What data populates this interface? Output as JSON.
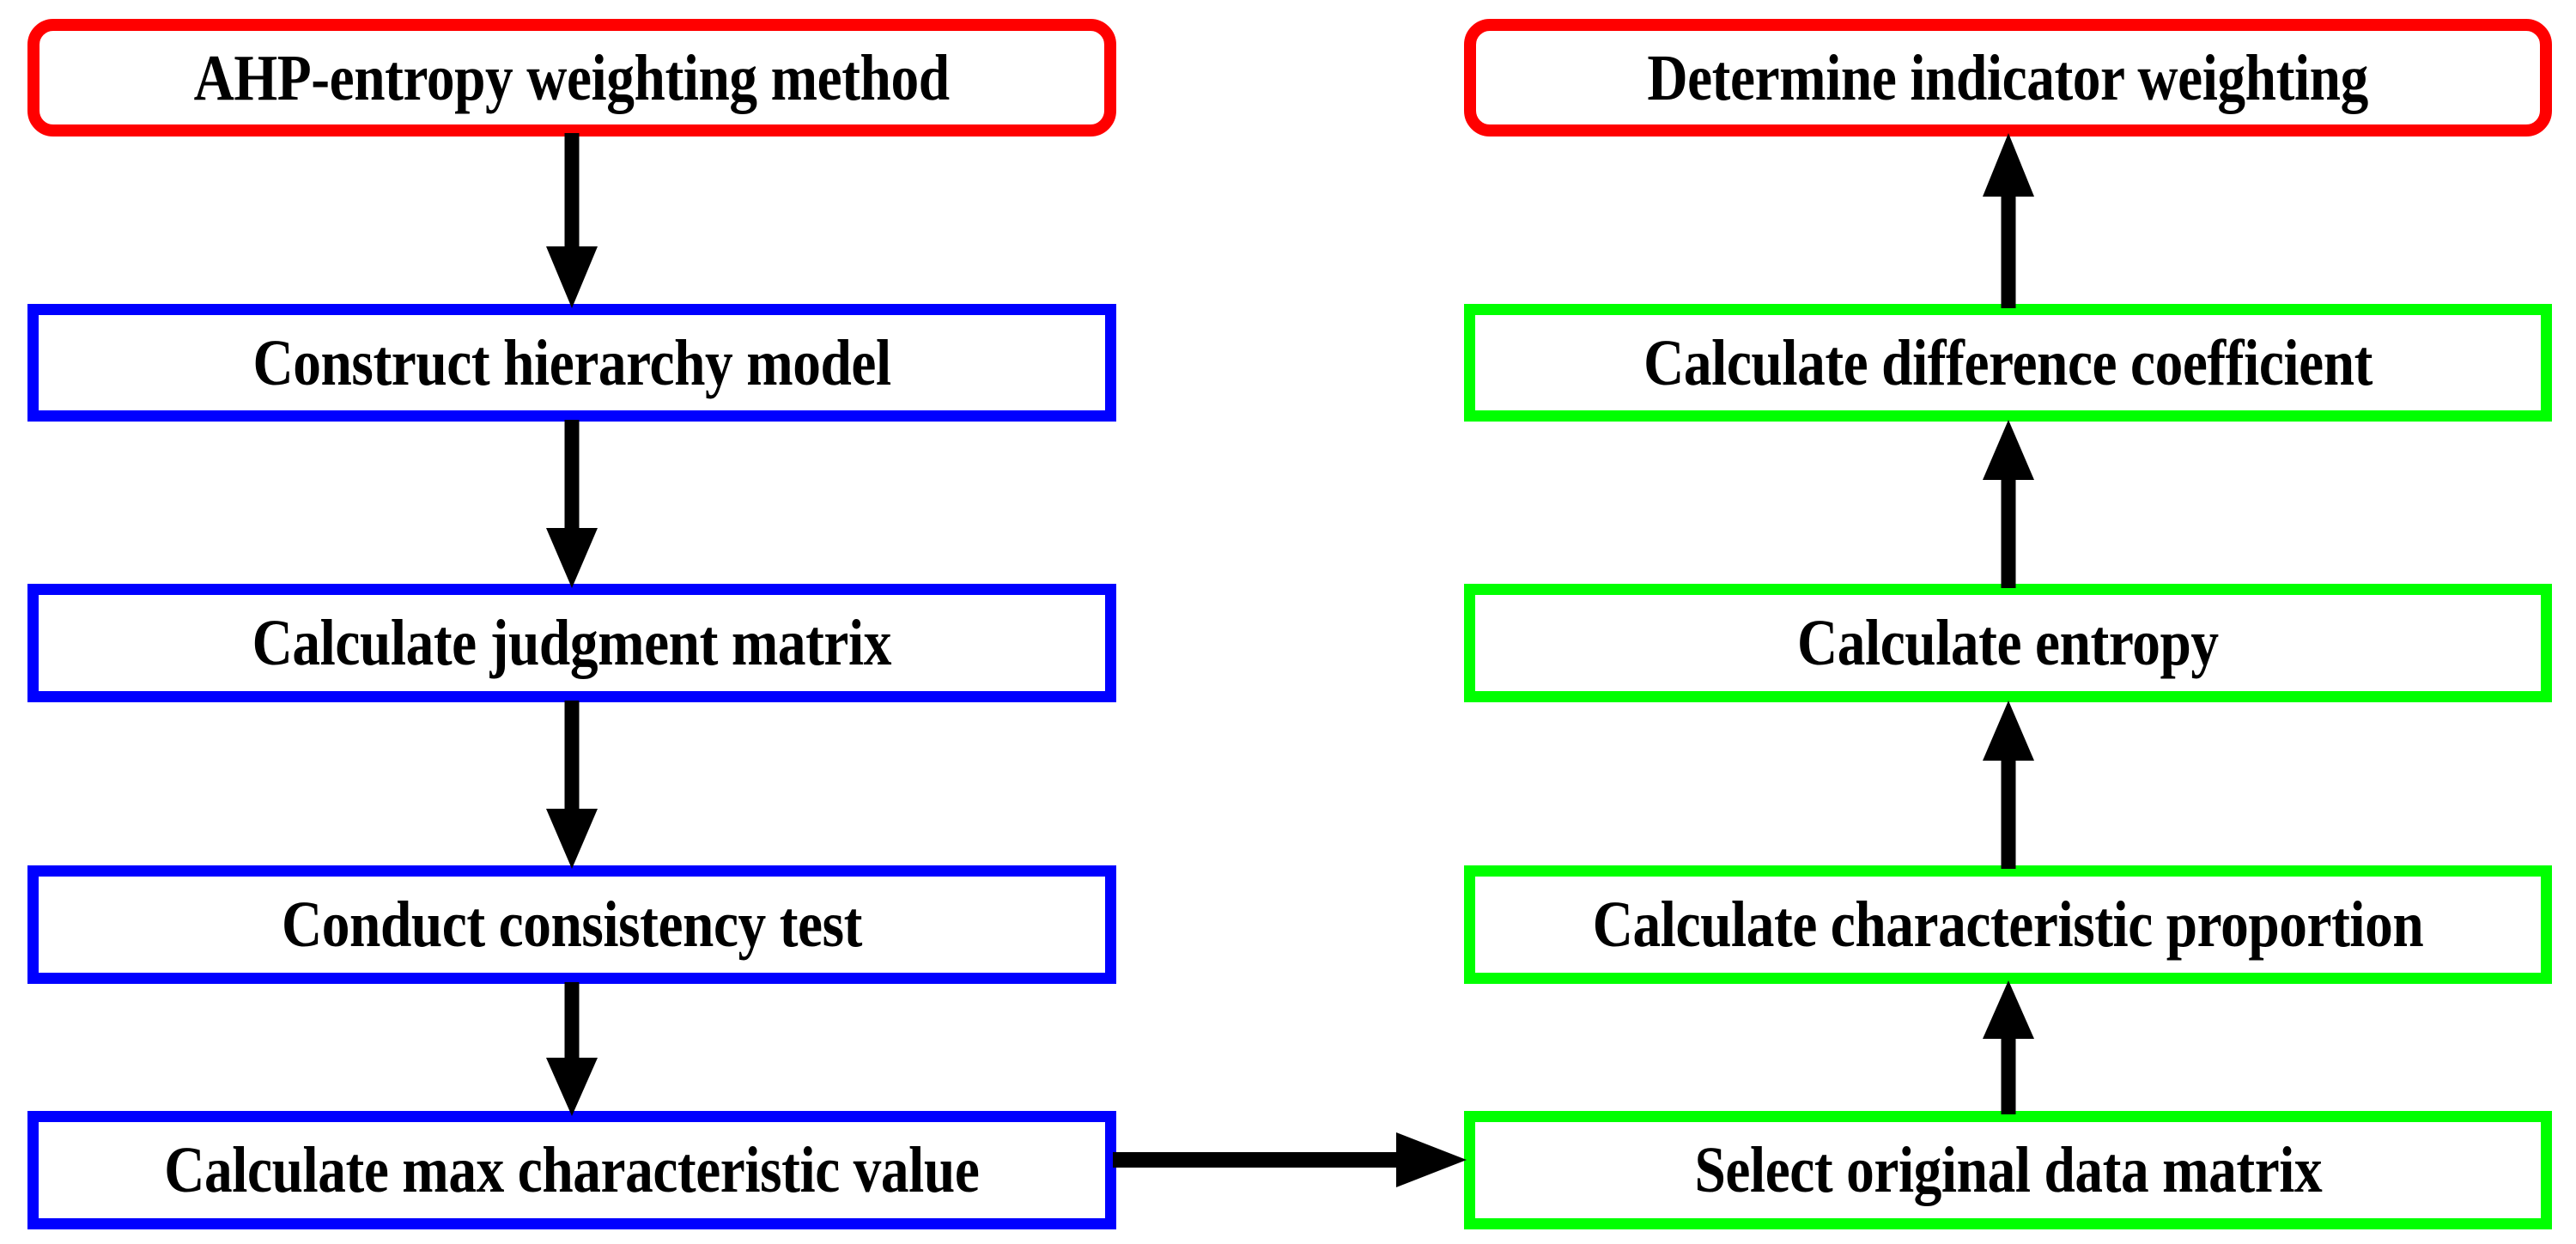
{
  "diagram": {
    "title": "AHP-entropy weighting method flowchart",
    "background": "#ffffff",
    "colors": {
      "start_border": "#ff0000",
      "ahp_branch_border": "#0000ff",
      "entropy_branch_border": "#00ff00",
      "arrow": "#000000",
      "text": "#000000",
      "fill": "#ffffff"
    }
  },
  "left_column": {
    "flow_direction": "top-to-bottom",
    "nodes": [
      {
        "id": "ahp-entropy-weighting-method",
        "label": "AHP-entropy weighting method",
        "border_color": "#ff0000",
        "shape": "rounded-rect"
      },
      {
        "id": "construct-hierarchy-model",
        "label": "Construct hierarchy model",
        "border_color": "#0000ff",
        "shape": "rect"
      },
      {
        "id": "calculate-judgment-matrix",
        "label": "Calculate judgment matrix",
        "border_color": "#0000ff",
        "shape": "rect"
      },
      {
        "id": "conduct-consistency-test",
        "label": "Conduct consistency test",
        "border_color": "#0000ff",
        "shape": "rect"
      },
      {
        "id": "calculate-max-characteristic-value",
        "label": "Calculate max characteristic value",
        "border_color": "#0000ff",
        "shape": "rect"
      }
    ]
  },
  "right_column": {
    "flow_direction": "bottom-to-top",
    "nodes": [
      {
        "id": "determine-indicator-weighting",
        "label": "Determine indicator weighting",
        "border_color": "#ff0000",
        "shape": "rounded-rect"
      },
      {
        "id": "calculate-difference-coefficient",
        "label": "Calculate difference coefficient",
        "border_color": "#00ff00",
        "shape": "rect"
      },
      {
        "id": "calculate-entropy",
        "label": "Calculate entropy",
        "border_color": "#00ff00",
        "shape": "rect"
      },
      {
        "id": "calculate-characteristic-proportion",
        "label": "Calculate characteristic proportion",
        "border_color": "#00ff00",
        "shape": "rect"
      },
      {
        "id": "select-original-data-matrix",
        "label": "Select original data matrix",
        "border_color": "#00ff00",
        "shape": "rect"
      }
    ]
  },
  "connectors": [
    {
      "id": "arrow-ahp-to-hierarchy",
      "from": "ahp-entropy-weighting-method",
      "to": "construct-hierarchy-model",
      "direction": "down"
    },
    {
      "id": "arrow-hierarchy-to-judgment",
      "from": "construct-hierarchy-model",
      "to": "calculate-judgment-matrix",
      "direction": "down"
    },
    {
      "id": "arrow-judgment-to-consistency",
      "from": "calculate-judgment-matrix",
      "to": "conduct-consistency-test",
      "direction": "down"
    },
    {
      "id": "arrow-consistency-to-maxvalue",
      "from": "conduct-consistency-test",
      "to": "calculate-max-characteristic-value",
      "direction": "down"
    },
    {
      "id": "arrow-maxvalue-to-datamatrix",
      "from": "calculate-max-characteristic-value",
      "to": "select-original-data-matrix",
      "direction": "right"
    },
    {
      "id": "arrow-datamatrix-to-proportion",
      "from": "select-original-data-matrix",
      "to": "calculate-characteristic-proportion",
      "direction": "up"
    },
    {
      "id": "arrow-proportion-to-entropy",
      "from": "calculate-characteristic-proportion",
      "to": "calculate-entropy",
      "direction": "up"
    },
    {
      "id": "arrow-entropy-to-difference",
      "from": "calculate-entropy",
      "to": "calculate-difference-coefficient",
      "direction": "up"
    },
    {
      "id": "arrow-difference-to-determine",
      "from": "calculate-difference-coefficient",
      "to": "determine-indicator-weighting",
      "direction": "up"
    }
  ]
}
